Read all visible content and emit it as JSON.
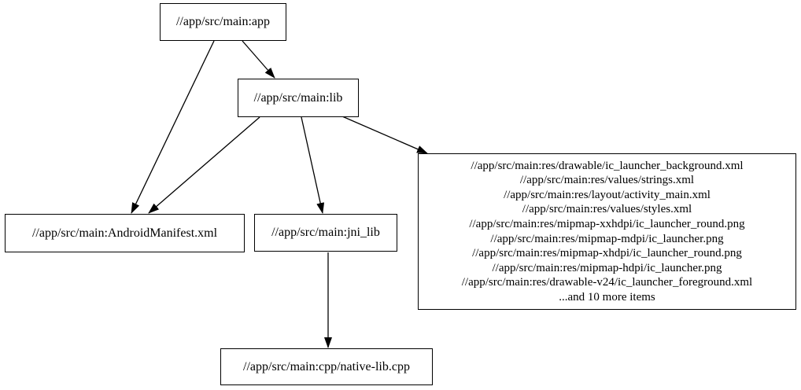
{
  "diagram": {
    "background_color": "#ffffff",
    "node_border_color": "#000000",
    "edge_color": "#000000",
    "text_color": "#000000",
    "nodes": {
      "app": {
        "label": "//app/src/main:app"
      },
      "lib": {
        "label": "//app/src/main:lib"
      },
      "android_manifest": {
        "label": "//app/src/main:AndroidManifest.xml"
      },
      "jni_lib": {
        "label": "//app/src/main:jni_lib"
      },
      "native_lib_cpp": {
        "label": "//app/src/main:cpp/native-lib.cpp"
      },
      "res_group": {
        "lines": [
          "//app/src/main:res/drawable/ic_launcher_background.xml",
          "//app/src/main:res/values/strings.xml",
          "//app/src/main:res/layout/activity_main.xml",
          "//app/src/main:res/values/styles.xml",
          "//app/src/main:res/mipmap-xxhdpi/ic_launcher_round.png",
          "//app/src/main:res/mipmap-mdpi/ic_launcher.png",
          "//app/src/main:res/mipmap-xhdpi/ic_launcher_round.png",
          "//app/src/main:res/mipmap-hdpi/ic_launcher.png",
          "//app/src/main:res/drawable-v24/ic_launcher_foreground.xml",
          "...and 10 more items"
        ]
      }
    },
    "edges": [
      {
        "from": "app",
        "to": "lib"
      },
      {
        "from": "app",
        "to": "android_manifest"
      },
      {
        "from": "lib",
        "to": "android_manifest"
      },
      {
        "from": "lib",
        "to": "jni_lib"
      },
      {
        "from": "lib",
        "to": "res_group"
      },
      {
        "from": "jni_lib",
        "to": "native_lib_cpp"
      }
    ]
  }
}
